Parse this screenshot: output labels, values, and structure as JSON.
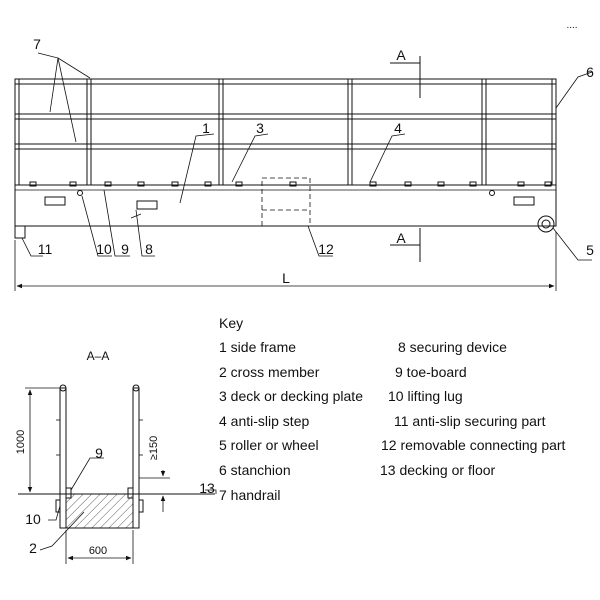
{
  "callouts": {
    "c1": "1",
    "c2": "2",
    "c3": "3",
    "c4": "4",
    "c5": "5",
    "c6": "6",
    "c7": "7",
    "c8": "8",
    "c9": "9",
    "c10": "10",
    "c11": "11",
    "c12": "12",
    "c13": "13",
    "c9b": "9",
    "c10b": "10",
    "c2b": "2"
  },
  "section_marks": {
    "top": "A",
    "bottom": "A"
  },
  "dimensions": {
    "length": "L",
    "section_title": "A–A",
    "height": "1000",
    "toe_board": "≥150",
    "width": "600"
  },
  "key": {
    "title": "Key",
    "left": [
      "1 side frame",
      "2 cross member",
      "3 deck or decking plate",
      "4 anti-slip step",
      "5 roller or wheel",
      "6 stanchion",
      "7 handrail"
    ],
    "right": [
      "8 securing device",
      "9 toe-board",
      "10 lifting lug",
      "11 anti-slip securing part",
      "12 removable connecting part",
      "13 decking or floor"
    ]
  },
  "corner_text": "...."
}
